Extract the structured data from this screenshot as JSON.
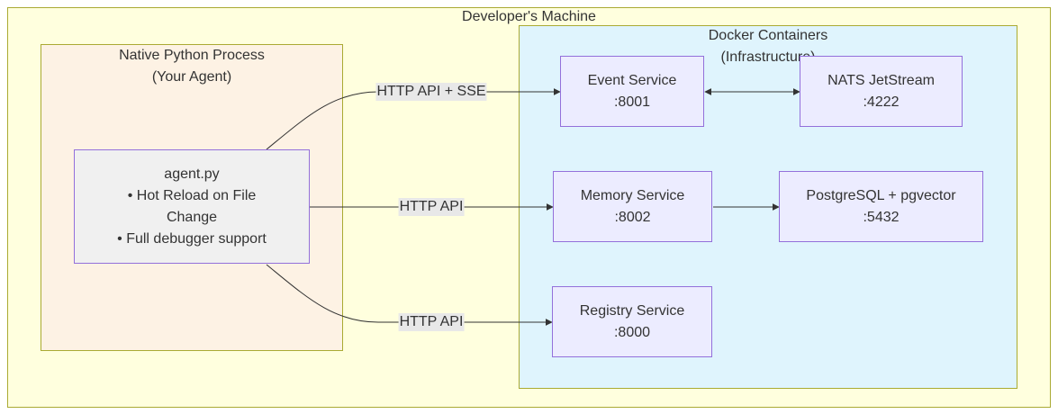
{
  "clusters": {
    "machine": {
      "title": "Developer's Machine"
    },
    "native": {
      "title_line1": "Native Python Process",
      "title_line2": "(Your Agent)"
    },
    "docker": {
      "title_line1": "Docker Containers",
      "title_line2": "(Infrastructure)"
    }
  },
  "nodes": {
    "agent": {
      "line1": "agent.py",
      "line2": "• Hot Reload on File",
      "line3": "Change",
      "line4": "• Full debugger support"
    },
    "event": {
      "line1": "Event Service",
      "line2": ":8001"
    },
    "nats": {
      "line1": "NATS JetStream",
      "line2": ":4222"
    },
    "memory": {
      "line1": "Memory Service",
      "line2": ":8002"
    },
    "postgres": {
      "line1": "PostgreSQL + pgvector",
      "line2": ":5432"
    },
    "registry": {
      "line1": "Registry Service",
      "line2": ":8000"
    }
  },
  "edges": {
    "agent_event": {
      "label": "HTTP API + SSE"
    },
    "agent_memory": {
      "label": "HTTP API"
    },
    "agent_registry": {
      "label": "HTTP API"
    }
  },
  "colors": {
    "machine_fill": "#ffffde",
    "cluster_border": "#aaaa33",
    "native_fill": "#fdf2e4",
    "docker_fill": "#dff4fd",
    "node_fill": "#ececff",
    "node_border": "#9370db",
    "agent_fill": "#f0f0f0",
    "edge_color": "#333333",
    "label_bg": "#e8e8e8"
  }
}
